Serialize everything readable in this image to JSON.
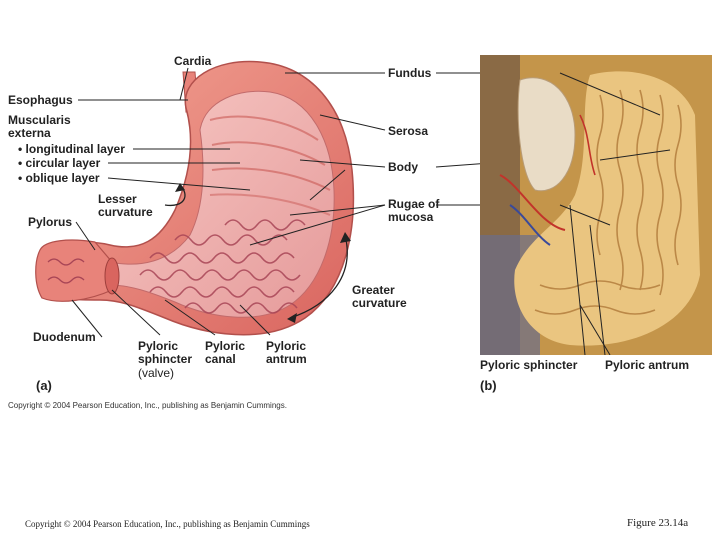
{
  "panel_a": {
    "tag": "(a)",
    "labels": {
      "cardia": "Cardia",
      "esophagus": "Esophagus",
      "muscularis_line1": "Muscularis",
      "muscularis_line2": "externa",
      "longitudinal": "• longitudinal layer",
      "circular": "• circular layer",
      "oblique": "• oblique layer",
      "lesser_line1": "Lesser",
      "lesser_line2": "curvature",
      "pylorus": "Pylorus",
      "duodenum": "Duodenum",
      "pyloric_sphincter_line1": "Pyloric",
      "pyloric_sphincter_line2": "sphincter",
      "pyloric_sphincter_line3": "(valve)",
      "pyloric_canal_line1": "Pyloric",
      "pyloric_canal_line2": "canal",
      "pyloric_antrum_line1": "Pyloric",
      "pyloric_antrum_line2": "antrum",
      "greater_line1": "Greater",
      "greater_line2": "curvature",
      "fundus": "Fundus",
      "serosa": "Serosa",
      "body": "Body",
      "rugae_line1": "Rugae of",
      "rugae_line2": "mucosa"
    },
    "copyright_small": "Copyright © 2004 Pearson Education, Inc., publishing as Benjamin Cummings."
  },
  "panel_b": {
    "tag": "(b)",
    "labels": {
      "pyloric_sphincter": "Pyloric sphincter",
      "pyloric_antrum": "Pyloric antrum"
    }
  },
  "footer": {
    "copyright": "Copyright © 2004 Pearson Education, Inc., publishing as Benjamin Cummings",
    "figure": "Figure 23.14a"
  },
  "colors": {
    "muscle": "#e8837a",
    "muscle_dark": "#c95a55",
    "mucosa": "#f2b4b4",
    "rugae": "#b44a5a",
    "photo_base": "#e8c27a",
    "photo_dark": "#b07a3a"
  }
}
